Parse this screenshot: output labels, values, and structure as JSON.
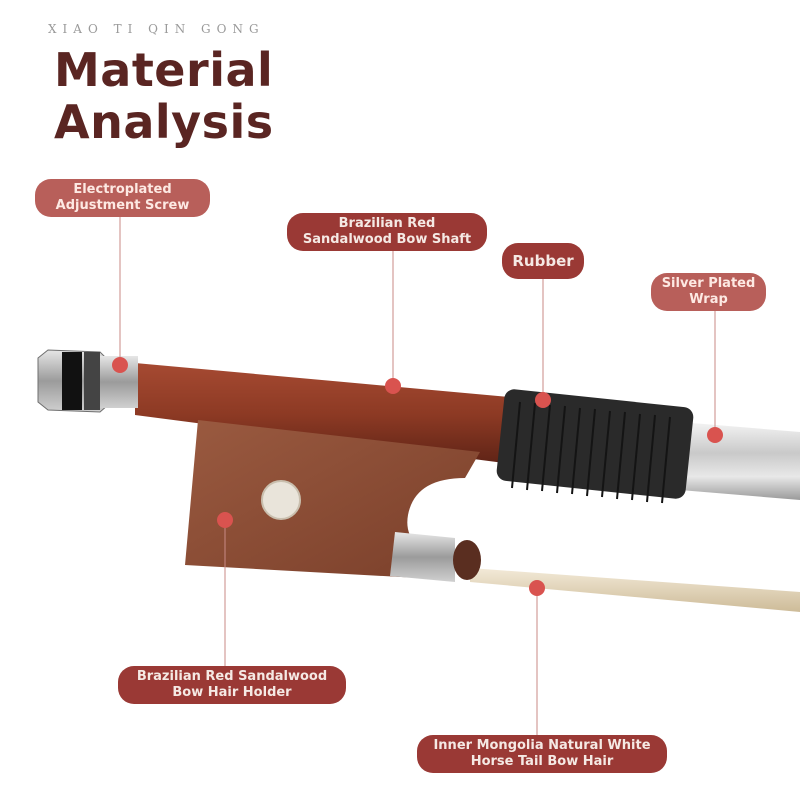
{
  "brand": "XIAO TI QIN GONG",
  "title": {
    "line1": "Material",
    "line2": "Analysis"
  },
  "labels": {
    "screw": [
      "Electroplated",
      "Adjustment Screw"
    ],
    "shaft": [
      "Brazilian Red",
      "Sandalwood Bow Shaft"
    ],
    "rubber": [
      "Rubber"
    ],
    "wrap": [
      "Silver Plated",
      "Wrap"
    ],
    "holder": [
      "Brazilian Red Sandalwood",
      "Bow Hair Holder"
    ],
    "hair": [
      "Inner Mongolia Natural White",
      "Horse Tail Bow Hair"
    ]
  },
  "colors": {
    "label_bg": "#9a3935",
    "title": "#5a2522",
    "wood": "#8b3a26",
    "marker": "#d9534f"
  }
}
